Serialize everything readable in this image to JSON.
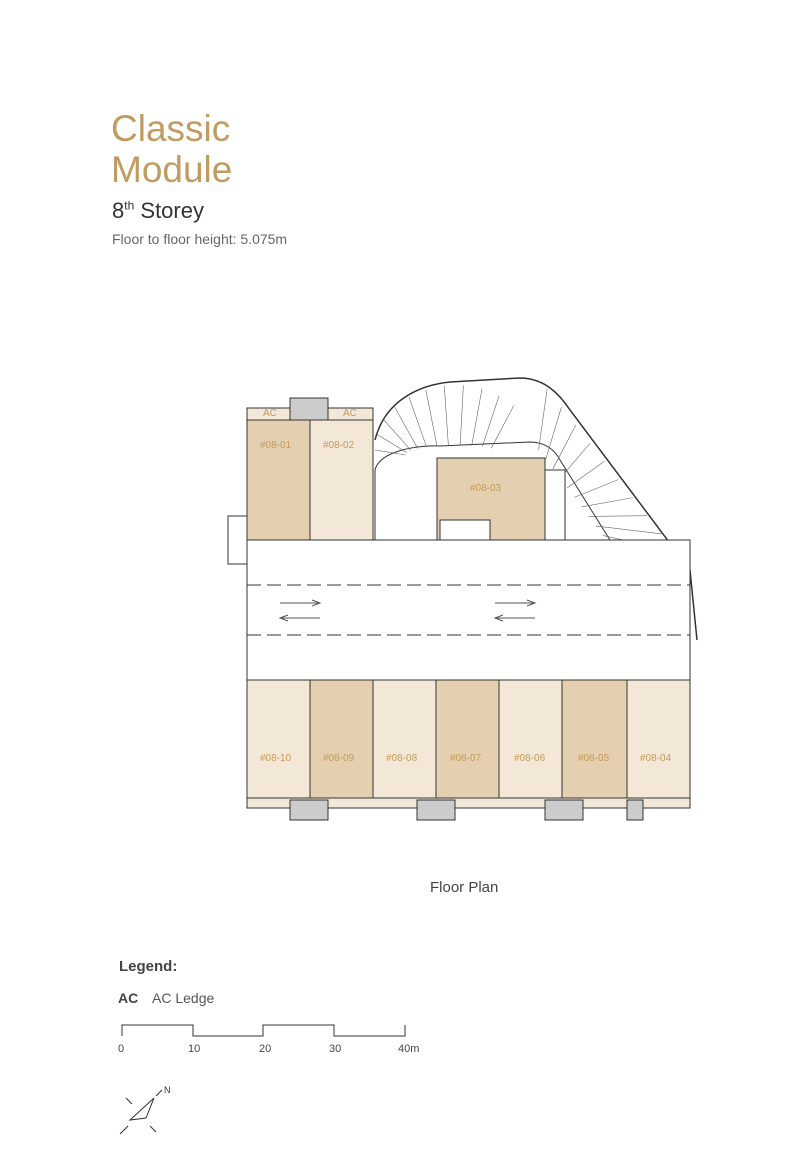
{
  "header": {
    "title_line1": "Classic",
    "title_line2": "Module",
    "storey_number": "8",
    "storey_suffix": "th",
    "storey_word": "Storey",
    "floor_height": "Floor to floor height: 5.075m"
  },
  "plan": {
    "caption": "Floor Plan",
    "ac_label": "AC",
    "units": [
      "#08-01",
      "#08-02",
      "#08-03",
      "#08-04",
      "#08-05",
      "#08-06",
      "#08-07",
      "#08-08",
      "#08-09",
      "#08-10"
    ]
  },
  "legend": {
    "title": "Legend:",
    "key": "AC",
    "description": "AC Ledge"
  },
  "scale": {
    "ticks": [
      "0",
      "10",
      "20",
      "30",
      "40m"
    ]
  },
  "north": {
    "label": "N"
  },
  "colors": {
    "gold": "#c19b5f",
    "unit_dark": "#e4d0b1",
    "unit_light": "#f3e8d8"
  }
}
